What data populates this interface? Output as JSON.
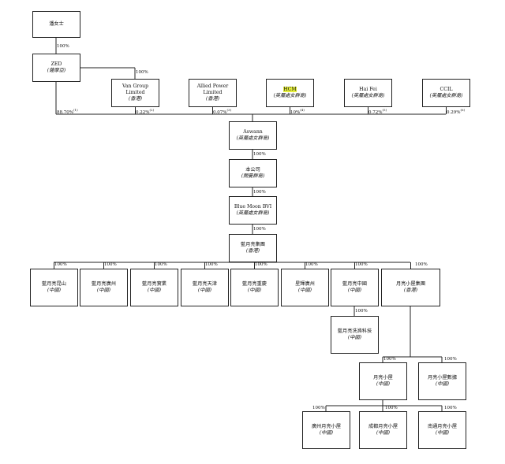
{
  "entities": {
    "pan": {
      "name": "潘女士",
      "loc": ""
    },
    "zed": {
      "name": "ZED",
      "loc": "(薩摩亞)"
    },
    "van": {
      "name": "Van Group Limited",
      "loc": "(香港)"
    },
    "allied": {
      "name": "Allied Power Limited",
      "loc": "(香港)"
    },
    "hcm": {
      "name": "HCM",
      "loc": "(英屬處女群島)"
    },
    "haifei": {
      "name": "Hai Fei",
      "loc": "(英屬處女群島)"
    },
    "ccil": {
      "name": "CCIL",
      "loc": "(英屬處女群島)"
    },
    "aswann": {
      "name": "Aswann",
      "loc": "(英屬處女群島)"
    },
    "company": {
      "name": "本公司",
      "loc": "(開曼群島)"
    },
    "bmbvi": {
      "name": "Blue Moon BVI",
      "loc": "(英屬處女群島)"
    },
    "bmgroup": {
      "name": "藍月亮集團",
      "loc": "(香港)"
    },
    "c1": {
      "name": "藍月亮昆山",
      "loc": "(中國)"
    },
    "c2": {
      "name": "藍月亮廣州",
      "loc": "(中國)"
    },
    "c3": {
      "name": "藍月亮實業",
      "loc": "(中國)"
    },
    "c4": {
      "name": "藍月亮天津",
      "loc": "(中國)"
    },
    "c5": {
      "name": "藍月亮重慶",
      "loc": "(中國)"
    },
    "c6": {
      "name": "星輝廣州",
      "loc": "(中國)"
    },
    "c7": {
      "name": "藍月亮中國",
      "loc": "(中國)"
    },
    "c8": {
      "name": "月亮小屋集團",
      "loc": "(香港)"
    },
    "env": {
      "name": "藍月亮洗滌科技",
      "loc": "(中國)"
    },
    "moonhut": {
      "name": "月亮小屋",
      "loc": "(中國)"
    },
    "moondata": {
      "name": "月亮小屋數據",
      "loc": "(中國)"
    },
    "g1": {
      "name": "廣州月亮小屋",
      "loc": "(中國)"
    },
    "g2": {
      "name": "成都月亮小屋",
      "loc": "(中國)"
    },
    "g3": {
      "name": "南通月亮小屋",
      "loc": "(中國)"
    }
  },
  "percentages": {
    "pan_zed": "100%",
    "zed_van": "100%",
    "zed_aswann": "88.70%",
    "van_aswann": "0.22%",
    "allied_aswann": "0.07%",
    "hcm_aswann": "10%",
    "haifei_aswann": "0.72%",
    "ccil_aswann": "0.29%",
    "aswann_company": "100%",
    "company_bmbvi": "100%",
    "bmbvi_bmgroup": "100%",
    "bm_c1": "100%",
    "bm_c2": "100%",
    "bm_c3": "100%",
    "bm_c4": "100%",
    "bm_c5": "100%",
    "bm_c6": "100%",
    "bm_c7": "100%",
    "bm_c8": "100%",
    "c7_env": "100%",
    "c8_moonhut": "100%",
    "c8_moondata": "100%",
    "mh_g1": "100%",
    "mh_g2": "100%",
    "mh_g3": "100%"
  },
  "footnote_marks": {
    "zed": "(1)",
    "van": "(2)",
    "allied": "(3)",
    "hcm": "(4)",
    "haifei": "(5)",
    "ccil": "(6)"
  }
}
